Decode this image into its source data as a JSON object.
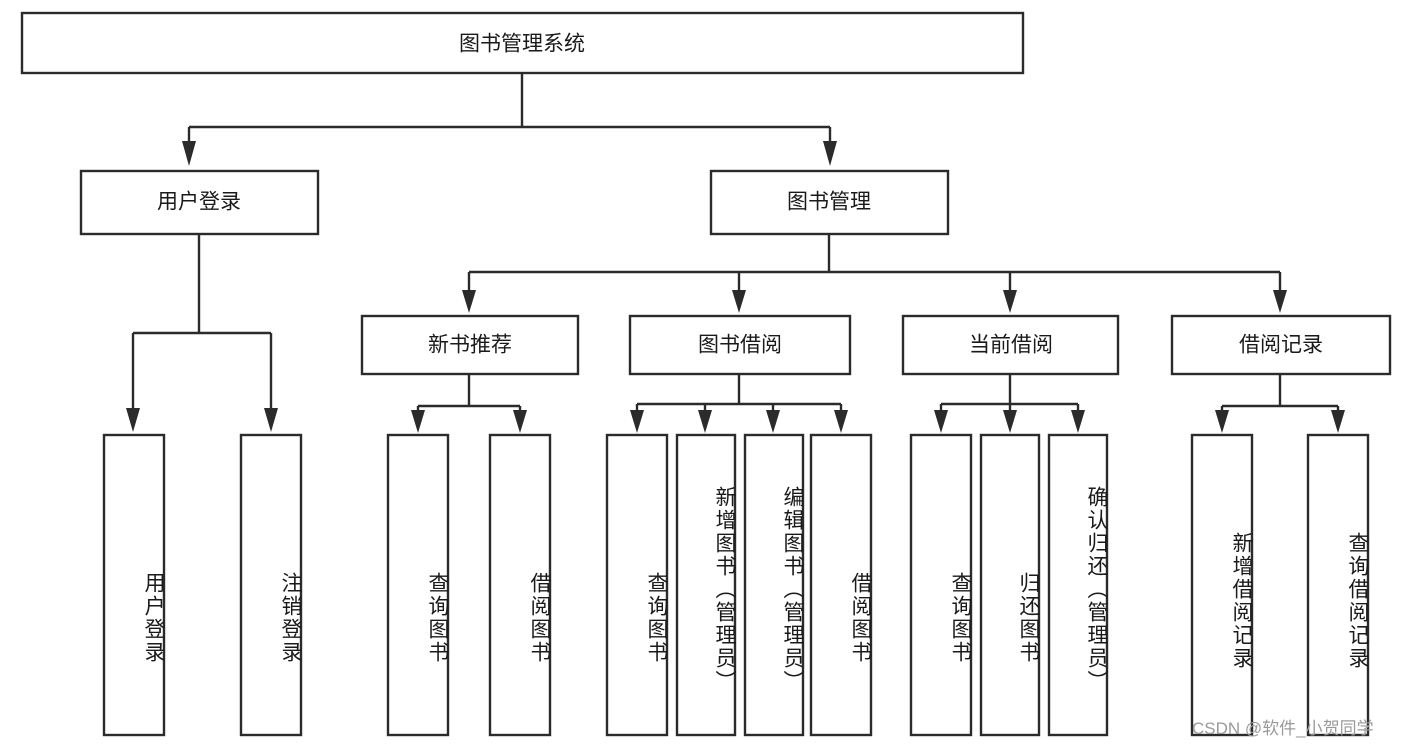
{
  "diagram": {
    "type": "tree-hierarchy",
    "title": "图书管理系统",
    "levels": {
      "root": {
        "label": "图书管理系统"
      },
      "level2": [
        {
          "id": "user-login",
          "label": "用户登录"
        },
        {
          "id": "book-management",
          "label": "图书管理"
        }
      ],
      "level3": [
        {
          "id": "new-book-recommend",
          "label": "新书推荐"
        },
        {
          "id": "book-borrow",
          "label": "图书借阅"
        },
        {
          "id": "current-borrow",
          "label": "当前借阅"
        },
        {
          "id": "borrow-record",
          "label": "借阅记录"
        }
      ],
      "leaves": [
        {
          "id": "leaf-user-login",
          "label": "用户登录",
          "parent": "user-login"
        },
        {
          "id": "leaf-logout-login",
          "label": "注销登录",
          "parent": "user-login"
        },
        {
          "id": "leaf-query-book-1",
          "label": "查询图书",
          "parent": "new-book-recommend"
        },
        {
          "id": "leaf-borrow-book-1",
          "label": "借阅图书",
          "parent": "new-book-recommend"
        },
        {
          "id": "leaf-query-book-2",
          "label": "查询图书",
          "parent": "book-borrow"
        },
        {
          "id": "leaf-add-book",
          "label": "新增图书（管理员）",
          "parent": "book-borrow"
        },
        {
          "id": "leaf-edit-book",
          "label": "编辑图书（管理员）",
          "parent": "book-borrow"
        },
        {
          "id": "leaf-borrow-book-2",
          "label": "借阅图书",
          "parent": "book-borrow"
        },
        {
          "id": "leaf-query-book-3",
          "label": "查询图书",
          "parent": "current-borrow"
        },
        {
          "id": "leaf-return-book",
          "label": "归还图书",
          "parent": "current-borrow"
        },
        {
          "id": "leaf-confirm-return",
          "label": "确认归还（管理员）",
          "parent": "current-borrow"
        },
        {
          "id": "leaf-add-record",
          "label": "新增借阅记录",
          "parent": "borrow-record"
        },
        {
          "id": "leaf-query-record",
          "label": "查询借阅记录",
          "parent": "borrow-record"
        }
      ]
    },
    "colors": {
      "stroke": "#2b2b2b",
      "fill": "#ffffff",
      "text": "#1a1a1a",
      "watermark": "#9a9a9a"
    }
  },
  "watermark": {
    "text": "CSDN @软件_小贺同学"
  }
}
